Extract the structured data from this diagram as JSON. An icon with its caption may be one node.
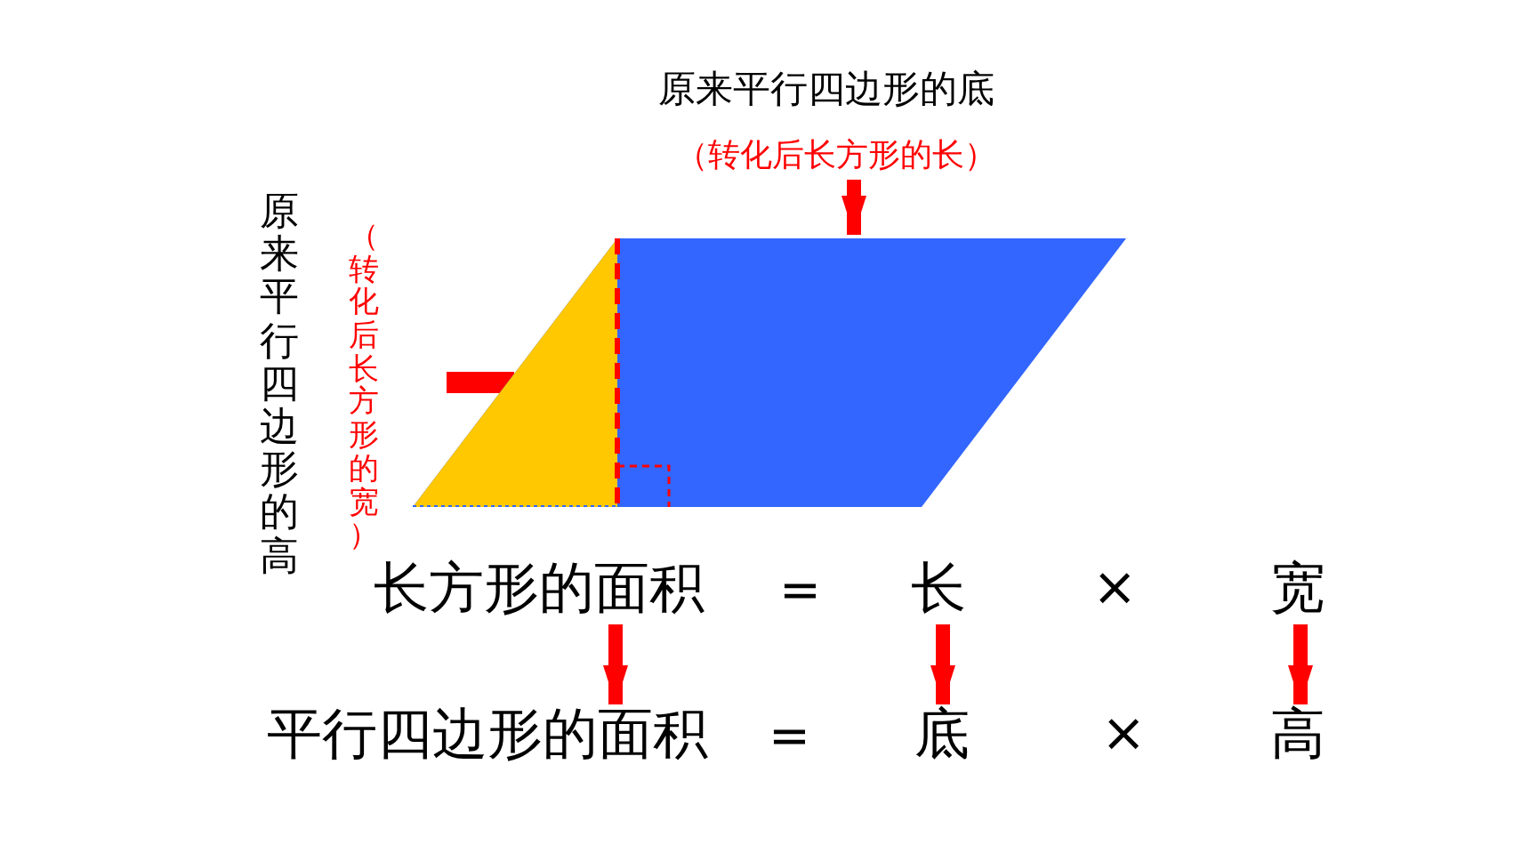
{
  "diagram": {
    "nodes": [
      {
        "text": [
          "原来平行四边形的底"
        ]
      },
      {
        "text": [
          "（转化后长方形的长）"
        ]
      },
      {
        "text": [],
        "shape": "parallelogram"
      },
      {
        "text": [
          "长方形的面积"
        ]
      },
      {
        "text": [
          "长"
        ]
      },
      {
        "text": [
          "宽"
        ]
      },
      {
        "text": [
          "平行四边形的面积"
        ]
      },
      {
        "text": [
          "底"
        ]
      },
      {
        "text": [
          "高"
        ]
      }
    ],
    "edges": [
      {
        "from": 1,
        "to": 2,
        "arrow": "to"
      },
      {
        "from": 3,
        "to": 6,
        "arrow": "to"
      },
      {
        "from": 4,
        "to": 7,
        "arrow": "to"
      },
      {
        "from": 5,
        "to": 8,
        "arrow": "to"
      }
    ],
    "labels": [
      "原来平行四边形的高",
      "（转化后长方形的宽）",
      "=",
      "×",
      "=",
      "×"
    ]
  }
}
